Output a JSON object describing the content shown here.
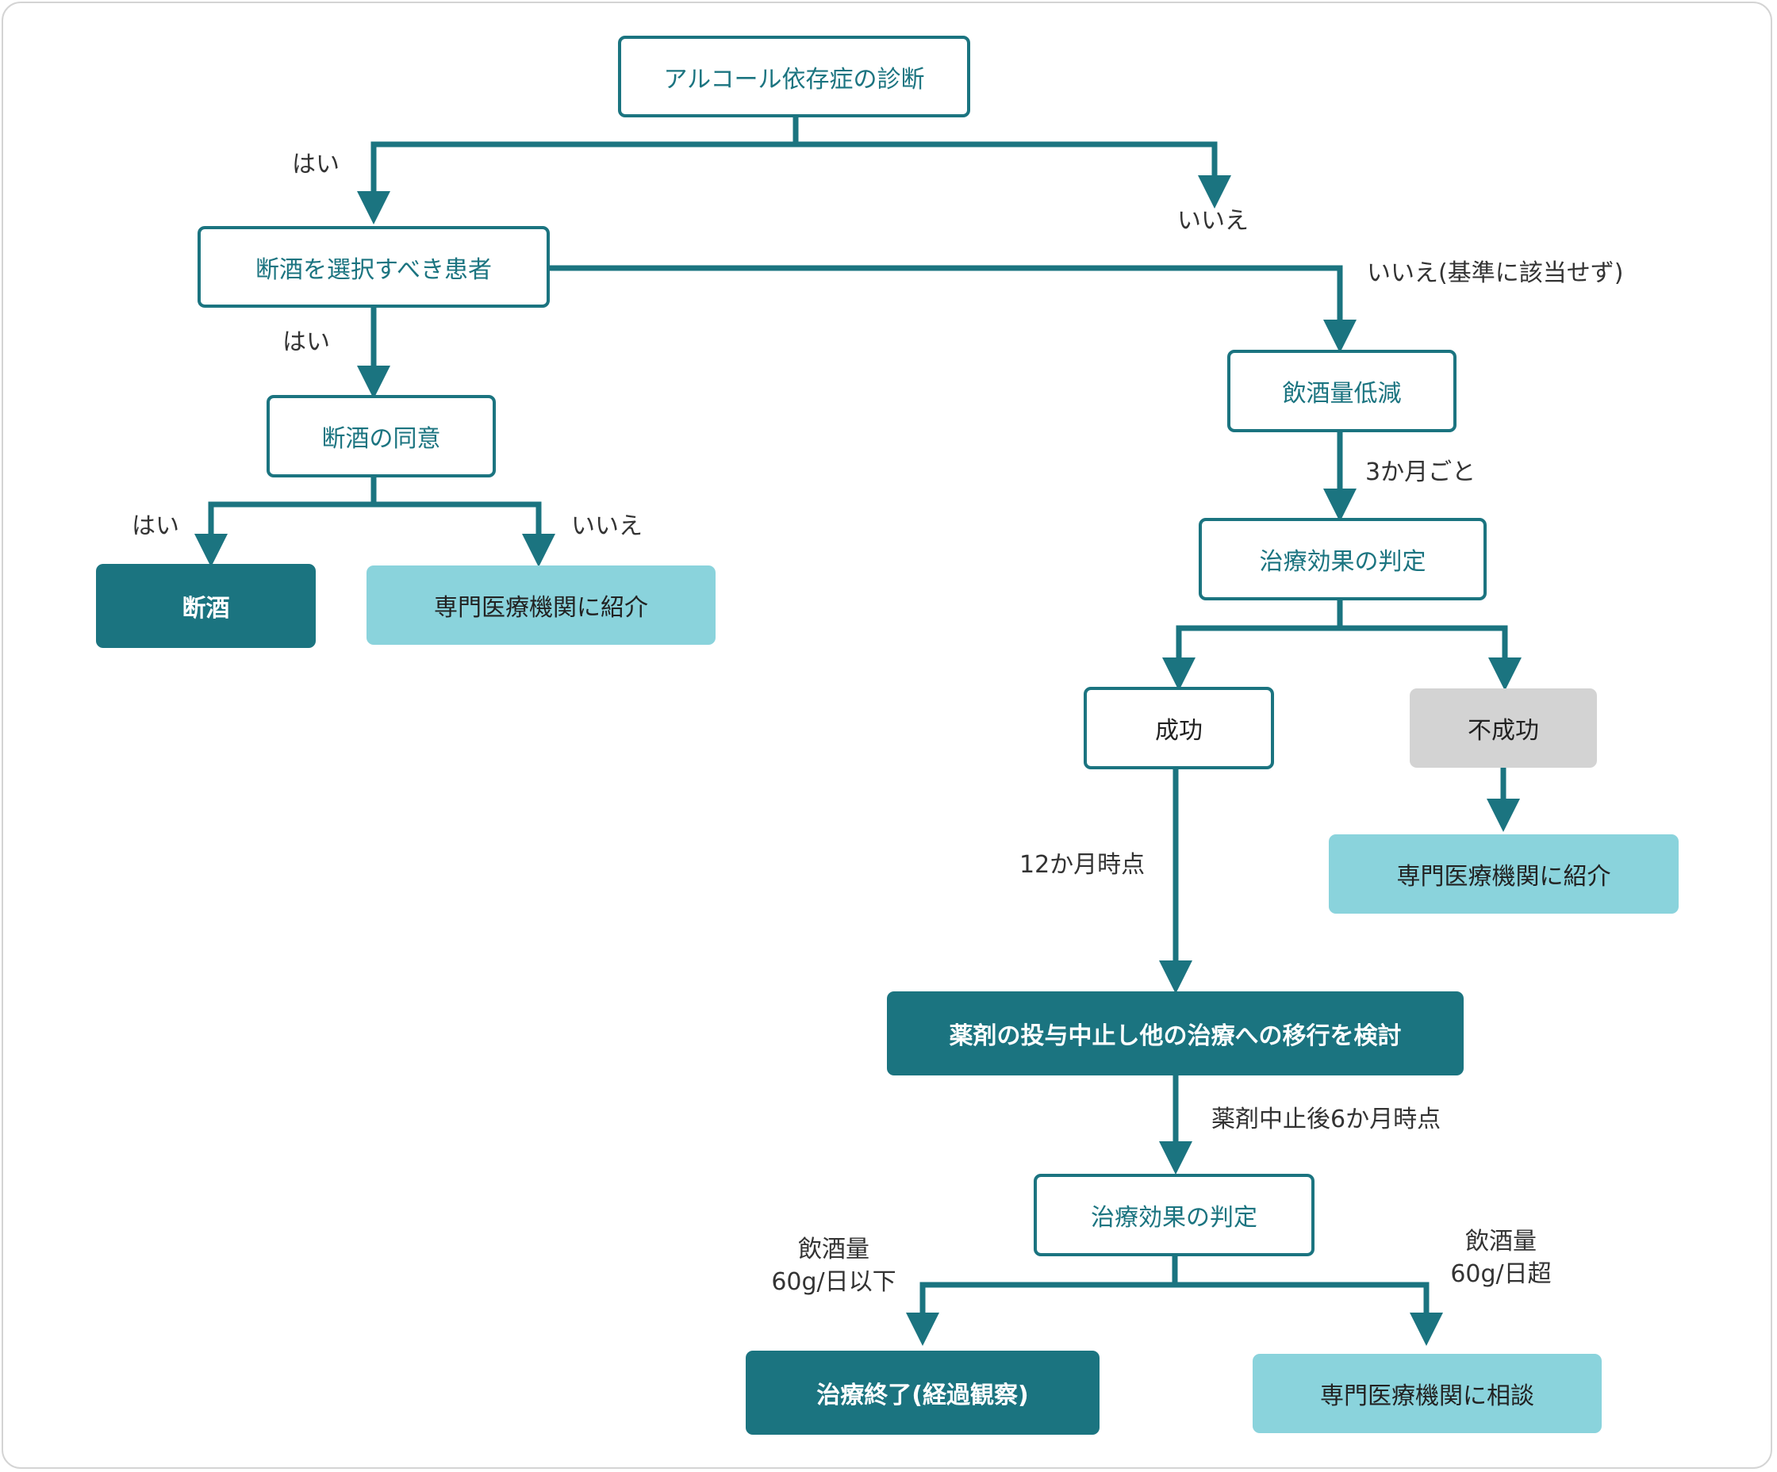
{
  "nodes": {
    "diagnosis": "アルコール依存症の診断",
    "abstinence_candidate": "断酒を選択すべき患者",
    "abstinence_consent": "断酒の同意",
    "abstinence": "断酒",
    "refer_1": "専門医療機関に紹介",
    "reduction": "飲酒量低減",
    "eval_1": "治療効果の判定",
    "success": "成功",
    "failure": "不成功",
    "refer_2": "専門医療機関に紹介",
    "consider_stop": "薬剤の投与中止し他の治療への移行を検討",
    "eval_2": "治療効果の判定",
    "end_treatment": "治療終了(経過観察)",
    "consult": "専門医療機関に相談"
  },
  "labels": {
    "yes_1": "はい",
    "no_1": "いいえ",
    "yes_2": "はい",
    "no_criteria": "いいえ(基準に該当せず)",
    "yes_3": "はい",
    "no_3": "いいえ",
    "every_3_months": "3か月ごと",
    "at_12_months": "12か月時点",
    "after_6_months": "薬剤中止後6か月時点",
    "under_60_line1": "飲酒量",
    "under_60_line2": "60g/日以下",
    "over_60_line1": "飲酒量",
    "over_60_line2": "60g/日超"
  },
  "colors": {
    "primary": "#1b7480",
    "light": "#8ad3dc",
    "grey": "#d3d3d3"
  }
}
